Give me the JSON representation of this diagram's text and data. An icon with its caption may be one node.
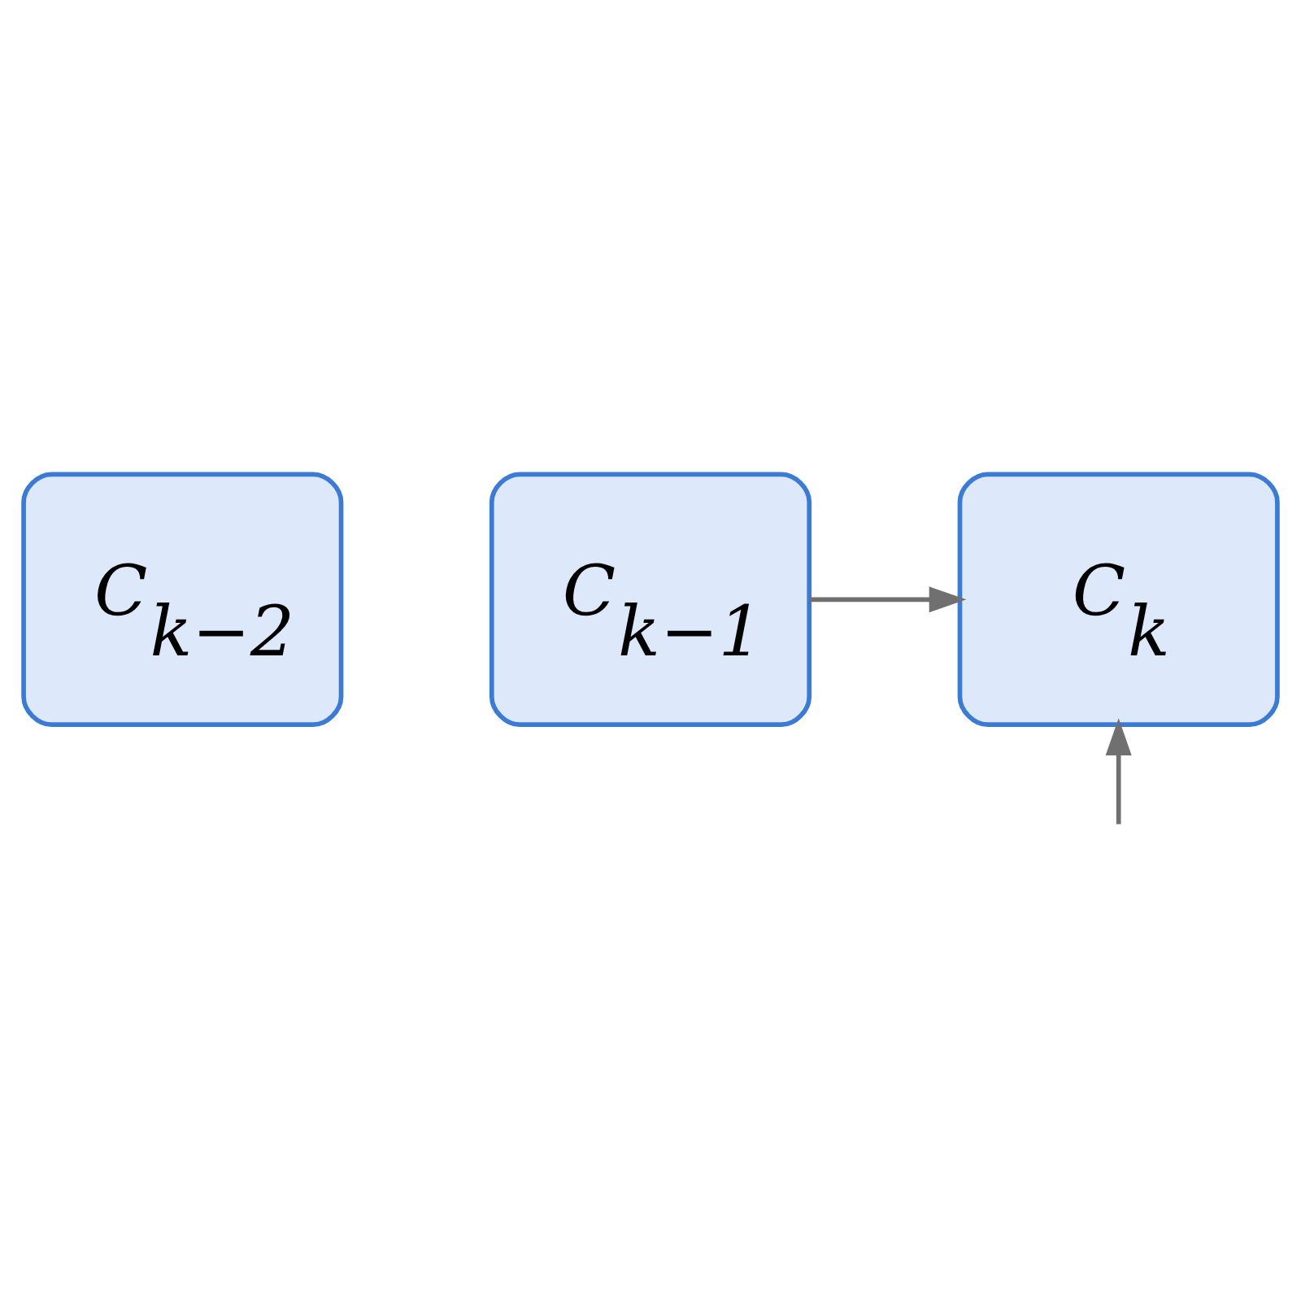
{
  "diagram": {
    "nodes": [
      {
        "text": [
          "C$_{k−2}$"
        ]
      },
      {
        "text": [
          "C$_{k−1}$"
        ]
      },
      {
        "text": [
          "C$_{k}$"
        ]
      }
    ],
    "edges": [
      {
        "from": 1,
        "to": 2,
        "arrow": "to"
      },
      {
        "from": null,
        "to": 2,
        "arrow": "to"
      }
    ]
  }
}
